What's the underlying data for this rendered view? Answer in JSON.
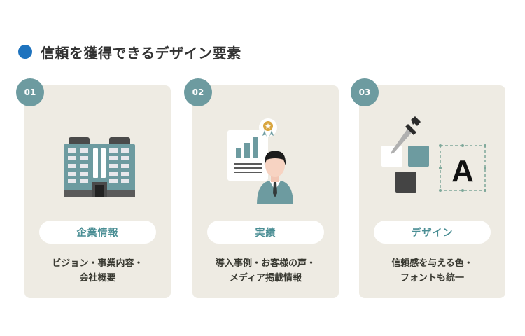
{
  "heading": {
    "title": "信頼を獲得できるデザイン要素",
    "dot_color": "#1e73be"
  },
  "colors": {
    "card_bg": "#eeebe3",
    "badge_bg": "#6d9ba0",
    "pill_text": "#4a8e94",
    "accent_teal": "#6d9ba0",
    "dark": "#4a4a4a"
  },
  "cards": [
    {
      "number": "01",
      "icon": "office-building-icon",
      "label": "企業情報",
      "desc_lines": [
        "ビジョン・事業内容・",
        "会社概要"
      ]
    },
    {
      "number": "02",
      "icon": "businessman-with-report-icon",
      "label": "実績",
      "desc_lines": [
        "導入事例・お客様の声・",
        "メディア掲載情報"
      ]
    },
    {
      "number": "03",
      "icon": "color-picker-font-icon",
      "label": "デザイン",
      "desc_lines": [
        "信頼感を与える色・",
        "フォントも統一"
      ],
      "font_sample": "A"
    }
  ]
}
